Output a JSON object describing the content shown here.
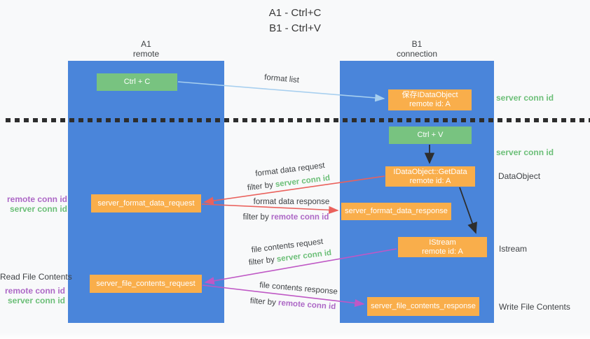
{
  "title": {
    "line1": "A1 - Ctrl+C",
    "line2": "B1 - Ctrl+V"
  },
  "lifelines": {
    "left": {
      "name": "A1",
      "role": "remote"
    },
    "right": {
      "name": "B1",
      "role": "connection"
    }
  },
  "nodes": {
    "ctrl_c": "Ctrl + C",
    "ctrl_v": "Ctrl + V",
    "save_idataobject": {
      "line1": "保存IDataObject",
      "line2": "remote id: A"
    },
    "idataobject_getdata": {
      "line1": "IDataObject::GetData",
      "line2": "remote id: A"
    },
    "istream": {
      "line1": "IStream",
      "line2": "remote id: A"
    },
    "server_format_data_request": "server_format_data_request",
    "server_format_data_response": "server_format_data_response",
    "server_file_contents_request": "server_file_contents_request",
    "server_file_contents_response": "server_file_contents_response"
  },
  "arrow_labels": {
    "format_list": "format list",
    "format_data_request": "format data request",
    "format_data_response": "format data response",
    "file_contents_request": "file contents request",
    "file_contents_response": "file contents response",
    "filter_by": "filter by",
    "server_conn_id": "server conn id",
    "remote_conn_id": "remote conn id"
  },
  "side_labels": {
    "left": {
      "remote_conn_id": "remote conn id",
      "server_conn_id": "server conn id",
      "read_file_contents": "Read File Contents"
    },
    "right": {
      "server_conn_id": "server conn id",
      "dataobject": "DataObject",
      "istream": "Istream",
      "write_file_contents": "Write File Contents"
    }
  },
  "colors": {
    "lifeline_blue": "#4a85da",
    "node_green": "#78c380",
    "node_orange": "#f9ae4b",
    "arrow_blue": "#a7cfef",
    "arrow_red": "#ea615c",
    "arrow_magenta": "#bf58c5",
    "arrow_black": "#2d2d2d",
    "label_green": "#6cbf78",
    "label_purple": "#ad68c6",
    "text_dark": "#3f4245",
    "background": "#f8f9fa"
  }
}
